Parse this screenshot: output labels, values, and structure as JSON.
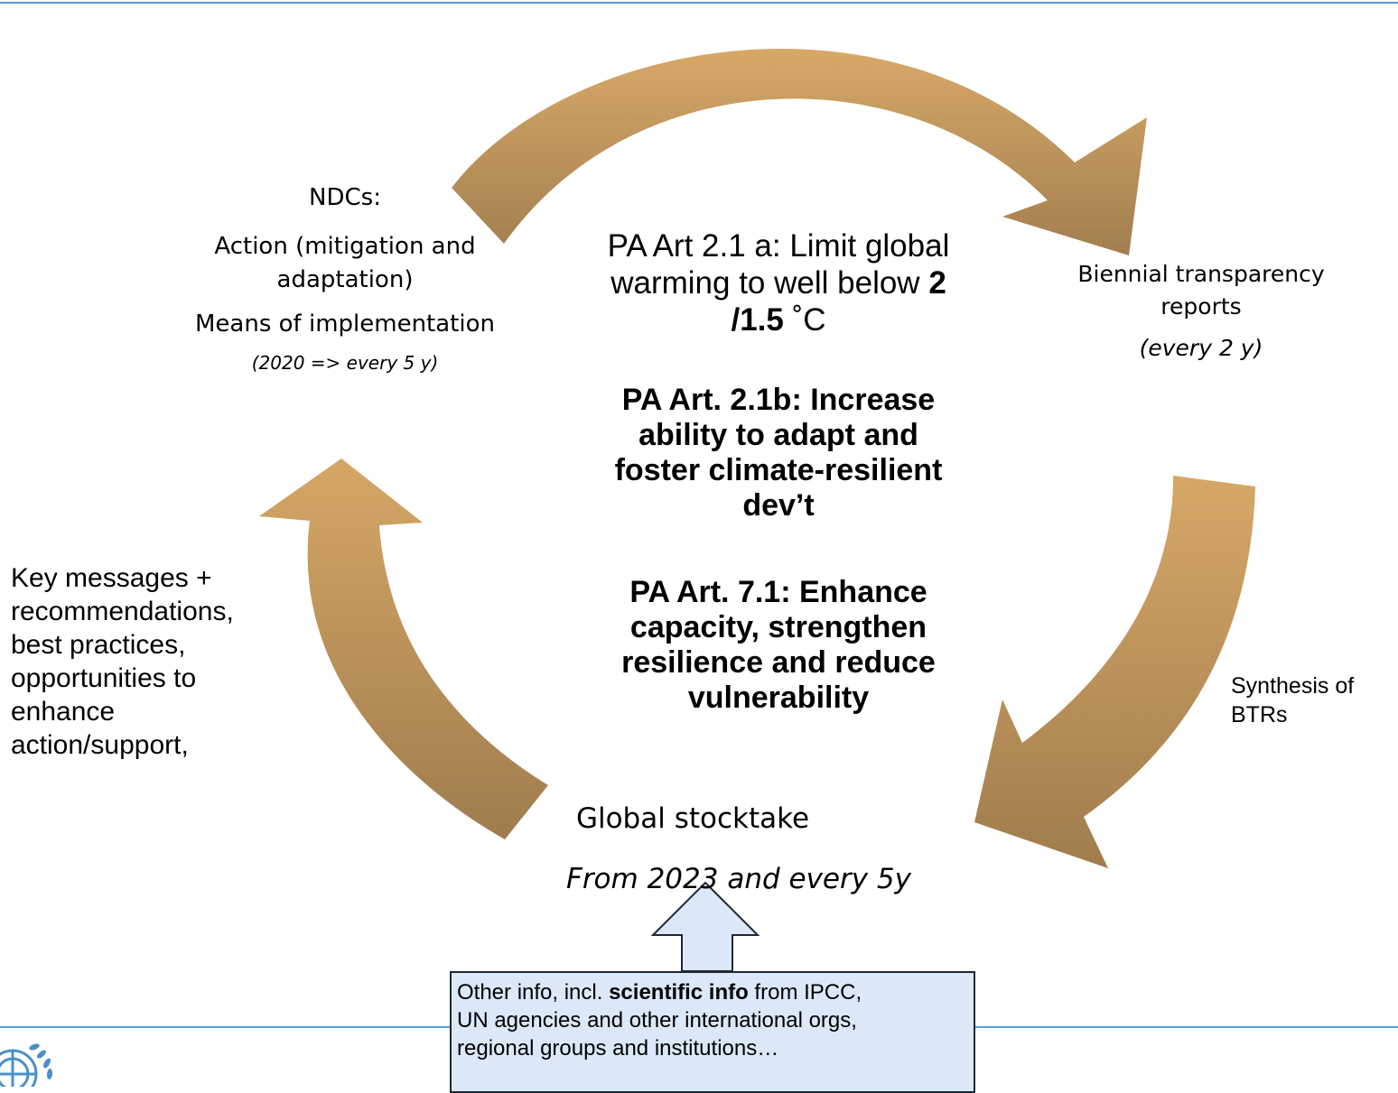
{
  "center": {
    "goal_a_prefix": "PA Art 2.1 a: Limit global warming to well below ",
    "goal_a_bold1": "2",
    "goal_a_bold2": "/1.5",
    "goal_a_suffix": " ˚C",
    "goal_b": [
      "PA Art. 2.1b: Increase",
      "ability to adapt and",
      "foster climate-resilient",
      "dev’t"
    ],
    "goal_c": [
      "PA Art. 7.1: Enhance",
      "capacity, strengthen",
      "resilience and reduce",
      "vulnerability"
    ]
  },
  "ndcs": {
    "title": "NDCs:",
    "action_line1": "Action (mitigation and",
    "action_line2": "adaptation)",
    "means": "Means of implementation",
    "frequency": "(2020 => every 5 y)"
  },
  "btr": {
    "line1": "Biennial transparency",
    "line2": "reports",
    "frequency": "(every 2 y)"
  },
  "synthesis": {
    "line1": "Synthesis of",
    "line2": "BTRs"
  },
  "stocktake": {
    "title": "Global stocktake",
    "frequency": "From 2023 and every 5y"
  },
  "key_messages": {
    "lines": [
      "Key messages +",
      "recommendations,",
      "best practices,",
      "opportunities to",
      "enhance",
      "action/support,"
    ]
  },
  "other_info": {
    "prefix": "Other info, incl. ",
    "bold": "scientific info",
    "rest_line1": " from IPCC,",
    "line2": "UN agencies and other international orgs,",
    "line3": "regional groups and institutions…"
  },
  "colors": {
    "arrow_light": "#d6a867",
    "arrow_dark": "#a27e4f",
    "rule": "#5b9bd5",
    "info_fill": "#dae8f8",
    "logo": "#4a90c8"
  },
  "icons": [
    "cycle-arrow-top",
    "cycle-arrow-right",
    "cycle-arrow-left",
    "up-block-arrow",
    "un-emblem"
  ]
}
